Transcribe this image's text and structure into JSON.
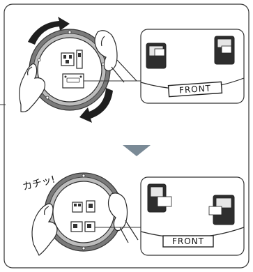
{
  "step1": {
    "detail_label": "FRONT"
  },
  "step2": {
    "sound_effect": "カチッ!",
    "detail_label": "FRONT"
  },
  "colors": {
    "outline": "#333333",
    "ring": "#7a7a7a",
    "ring_inner": "#bdbdbd",
    "down_arrow": "#7a8a96",
    "dark_block": "#2e2e2e"
  }
}
